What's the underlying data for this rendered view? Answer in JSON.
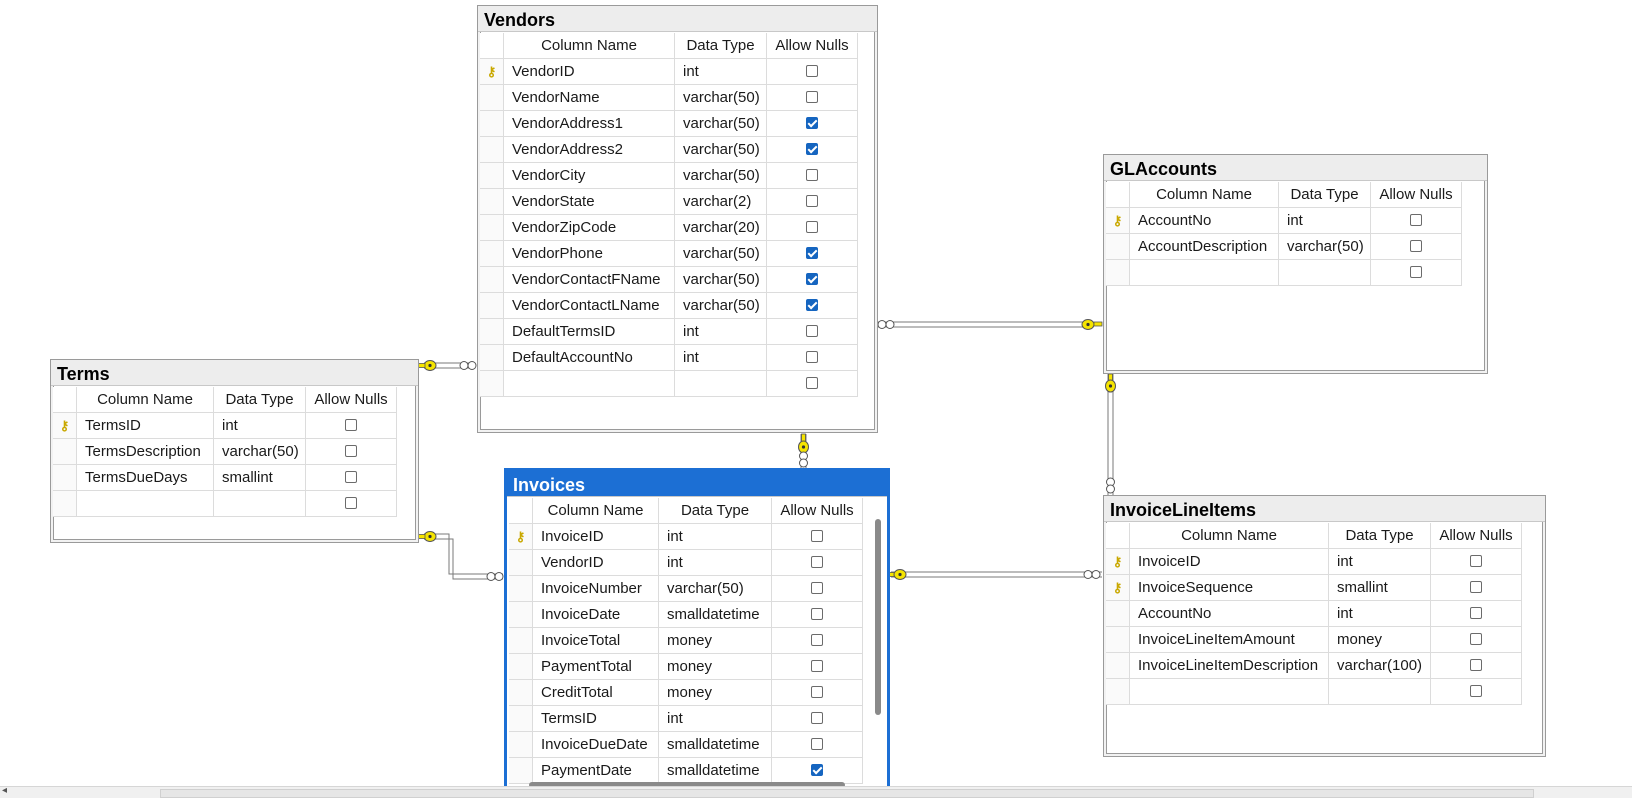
{
  "colors": {
    "selected_table": "#1c6fd4",
    "checkbox_checked": "#1565c0",
    "relationship_key": "#f5e400",
    "line": "#7a7a7a"
  },
  "labels": {
    "column_name": "Column Name",
    "data_type": "Data Type",
    "allow_nulls": "Allow Nulls"
  },
  "tables": {
    "vendors": {
      "title": "Vendors",
      "rows": [
        {
          "key": true,
          "name": "VendorID",
          "type": "int",
          "nulls": false
        },
        {
          "key": false,
          "name": "VendorName",
          "type": "varchar(50)",
          "nulls": false
        },
        {
          "key": false,
          "name": "VendorAddress1",
          "type": "varchar(50)",
          "nulls": true
        },
        {
          "key": false,
          "name": "VendorAddress2",
          "type": "varchar(50)",
          "nulls": true
        },
        {
          "key": false,
          "name": "VendorCity",
          "type": "varchar(50)",
          "nulls": false
        },
        {
          "key": false,
          "name": "VendorState",
          "type": "varchar(2)",
          "nulls": false
        },
        {
          "key": false,
          "name": "VendorZipCode",
          "type": "varchar(20)",
          "nulls": false
        },
        {
          "key": false,
          "name": "VendorPhone",
          "type": "varchar(50)",
          "nulls": true
        },
        {
          "key": false,
          "name": "VendorContactFName",
          "type": "varchar(50)",
          "nulls": true
        },
        {
          "key": false,
          "name": "VendorContactLName",
          "type": "varchar(50)",
          "nulls": true
        },
        {
          "key": false,
          "name": "DefaultTermsID",
          "type": "int",
          "nulls": false
        },
        {
          "key": false,
          "name": "DefaultAccountNo",
          "type": "int",
          "nulls": false
        },
        {
          "key": false,
          "name": "",
          "type": "",
          "nulls": false
        }
      ]
    },
    "glaccounts": {
      "title": "GLAccounts",
      "rows": [
        {
          "key": true,
          "name": "AccountNo",
          "type": "int",
          "nulls": false
        },
        {
          "key": false,
          "name": "AccountDescription",
          "type": "varchar(50)",
          "nulls": false
        },
        {
          "key": false,
          "name": "",
          "type": "",
          "nulls": false
        }
      ]
    },
    "terms": {
      "title": "Terms",
      "rows": [
        {
          "key": true,
          "name": "TermsID",
          "type": "int",
          "nulls": false
        },
        {
          "key": false,
          "name": "TermsDescription",
          "type": "varchar(50)",
          "nulls": false
        },
        {
          "key": false,
          "name": "TermsDueDays",
          "type": "smallint",
          "nulls": false
        },
        {
          "key": false,
          "name": "",
          "type": "",
          "nulls": false
        }
      ]
    },
    "invoices": {
      "title": "Invoices",
      "rows": [
        {
          "key": true,
          "name": "InvoiceID",
          "type": "int",
          "nulls": false
        },
        {
          "key": false,
          "name": "VendorID",
          "type": "int",
          "nulls": false
        },
        {
          "key": false,
          "name": "InvoiceNumber",
          "type": "varchar(50)",
          "nulls": false
        },
        {
          "key": false,
          "name": "InvoiceDate",
          "type": "smalldatetime",
          "nulls": false
        },
        {
          "key": false,
          "name": "InvoiceTotal",
          "type": "money",
          "nulls": false
        },
        {
          "key": false,
          "name": "PaymentTotal",
          "type": "money",
          "nulls": false
        },
        {
          "key": false,
          "name": "CreditTotal",
          "type": "money",
          "nulls": false
        },
        {
          "key": false,
          "name": "TermsID",
          "type": "int",
          "nulls": false
        },
        {
          "key": false,
          "name": "InvoiceDueDate",
          "type": "smalldatetime",
          "nulls": false
        },
        {
          "key": false,
          "name": "PaymentDate",
          "type": "smalldatetime",
          "nulls": true
        }
      ]
    },
    "invoicelineitems": {
      "title": "InvoiceLineItems",
      "rows": [
        {
          "key": true,
          "name": "InvoiceID",
          "type": "int",
          "nulls": false
        },
        {
          "key": true,
          "name": "InvoiceSequence",
          "type": "smallint",
          "nulls": false
        },
        {
          "key": false,
          "name": "AccountNo",
          "type": "int",
          "nulls": false
        },
        {
          "key": false,
          "name": "InvoiceLineItemAmount",
          "type": "money",
          "nulls": false
        },
        {
          "key": false,
          "name": "InvoiceLineItemDescription",
          "type": "varchar(100)",
          "nulls": false
        },
        {
          "key": false,
          "name": "",
          "type": "",
          "nulls": false
        }
      ]
    }
  }
}
